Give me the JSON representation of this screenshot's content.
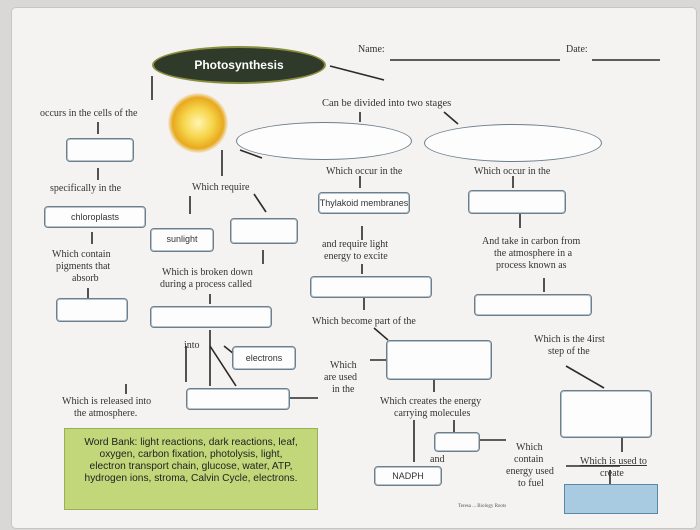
{
  "header": {
    "name_label": "Name:",
    "date_label": "Date:"
  },
  "title": "Photosynthesis",
  "labels": {
    "occurs_in": "occurs in the cells of the",
    "can_be_divided": "Can be divided into two stages",
    "specifically_in": "specifically in the",
    "which_require": "Which require",
    "which_occur_left": "Which occur in the",
    "which_occur_right": "Which occur in the",
    "which_contain_1": "Which contain",
    "which_contain_2": "pigments that",
    "which_contain_3": "absorb",
    "and_require_1": "and require light",
    "and_require_2": "energy to excite",
    "and_take_1": "And take in carbon from",
    "and_take_2": "the atmosphere in a",
    "and_take_3": "process known as",
    "broken_down_1": "Which is broken down",
    "broken_down_2": "during a process called",
    "become_part": "Which become part of the",
    "first_step_1": "Which is the 4irst",
    "first_step_2": "step of the",
    "into": "into",
    "are_used_1": "Which",
    "are_used_2": "are used",
    "are_used_3": "in the",
    "released_1": "Which is released into",
    "released_2": "the atmosphere.",
    "creates_1": "Which creates the energy",
    "creates_2": "carrying molecules",
    "and": "and",
    "contain_energy_1": "Which",
    "contain_energy_2": "contain",
    "contain_energy_3": "energy used",
    "contain_energy_4": "to fuel",
    "used_to_create_1": "Which is used to",
    "used_to_create_2": "create",
    "credit": "Teresa ... Biology Roots"
  },
  "filled_boxes": {
    "chloroplasts": "chloroplasts",
    "sunlight": "sunlight",
    "thylakoid": "Thylakoid membranes",
    "electrons": "electrons",
    "nadph": "NADPH"
  },
  "word_bank": {
    "heading": "Word Bank:",
    "line1": "light reactions, dark reactions, leaf,",
    "line2": "oxygen, carbon fixation, photolysis, light,",
    "line3": "electron transport chain, glucose, water, ATP,",
    "line4": "hydrogen ions, stroma, Calvin Cycle, electrons."
  }
}
